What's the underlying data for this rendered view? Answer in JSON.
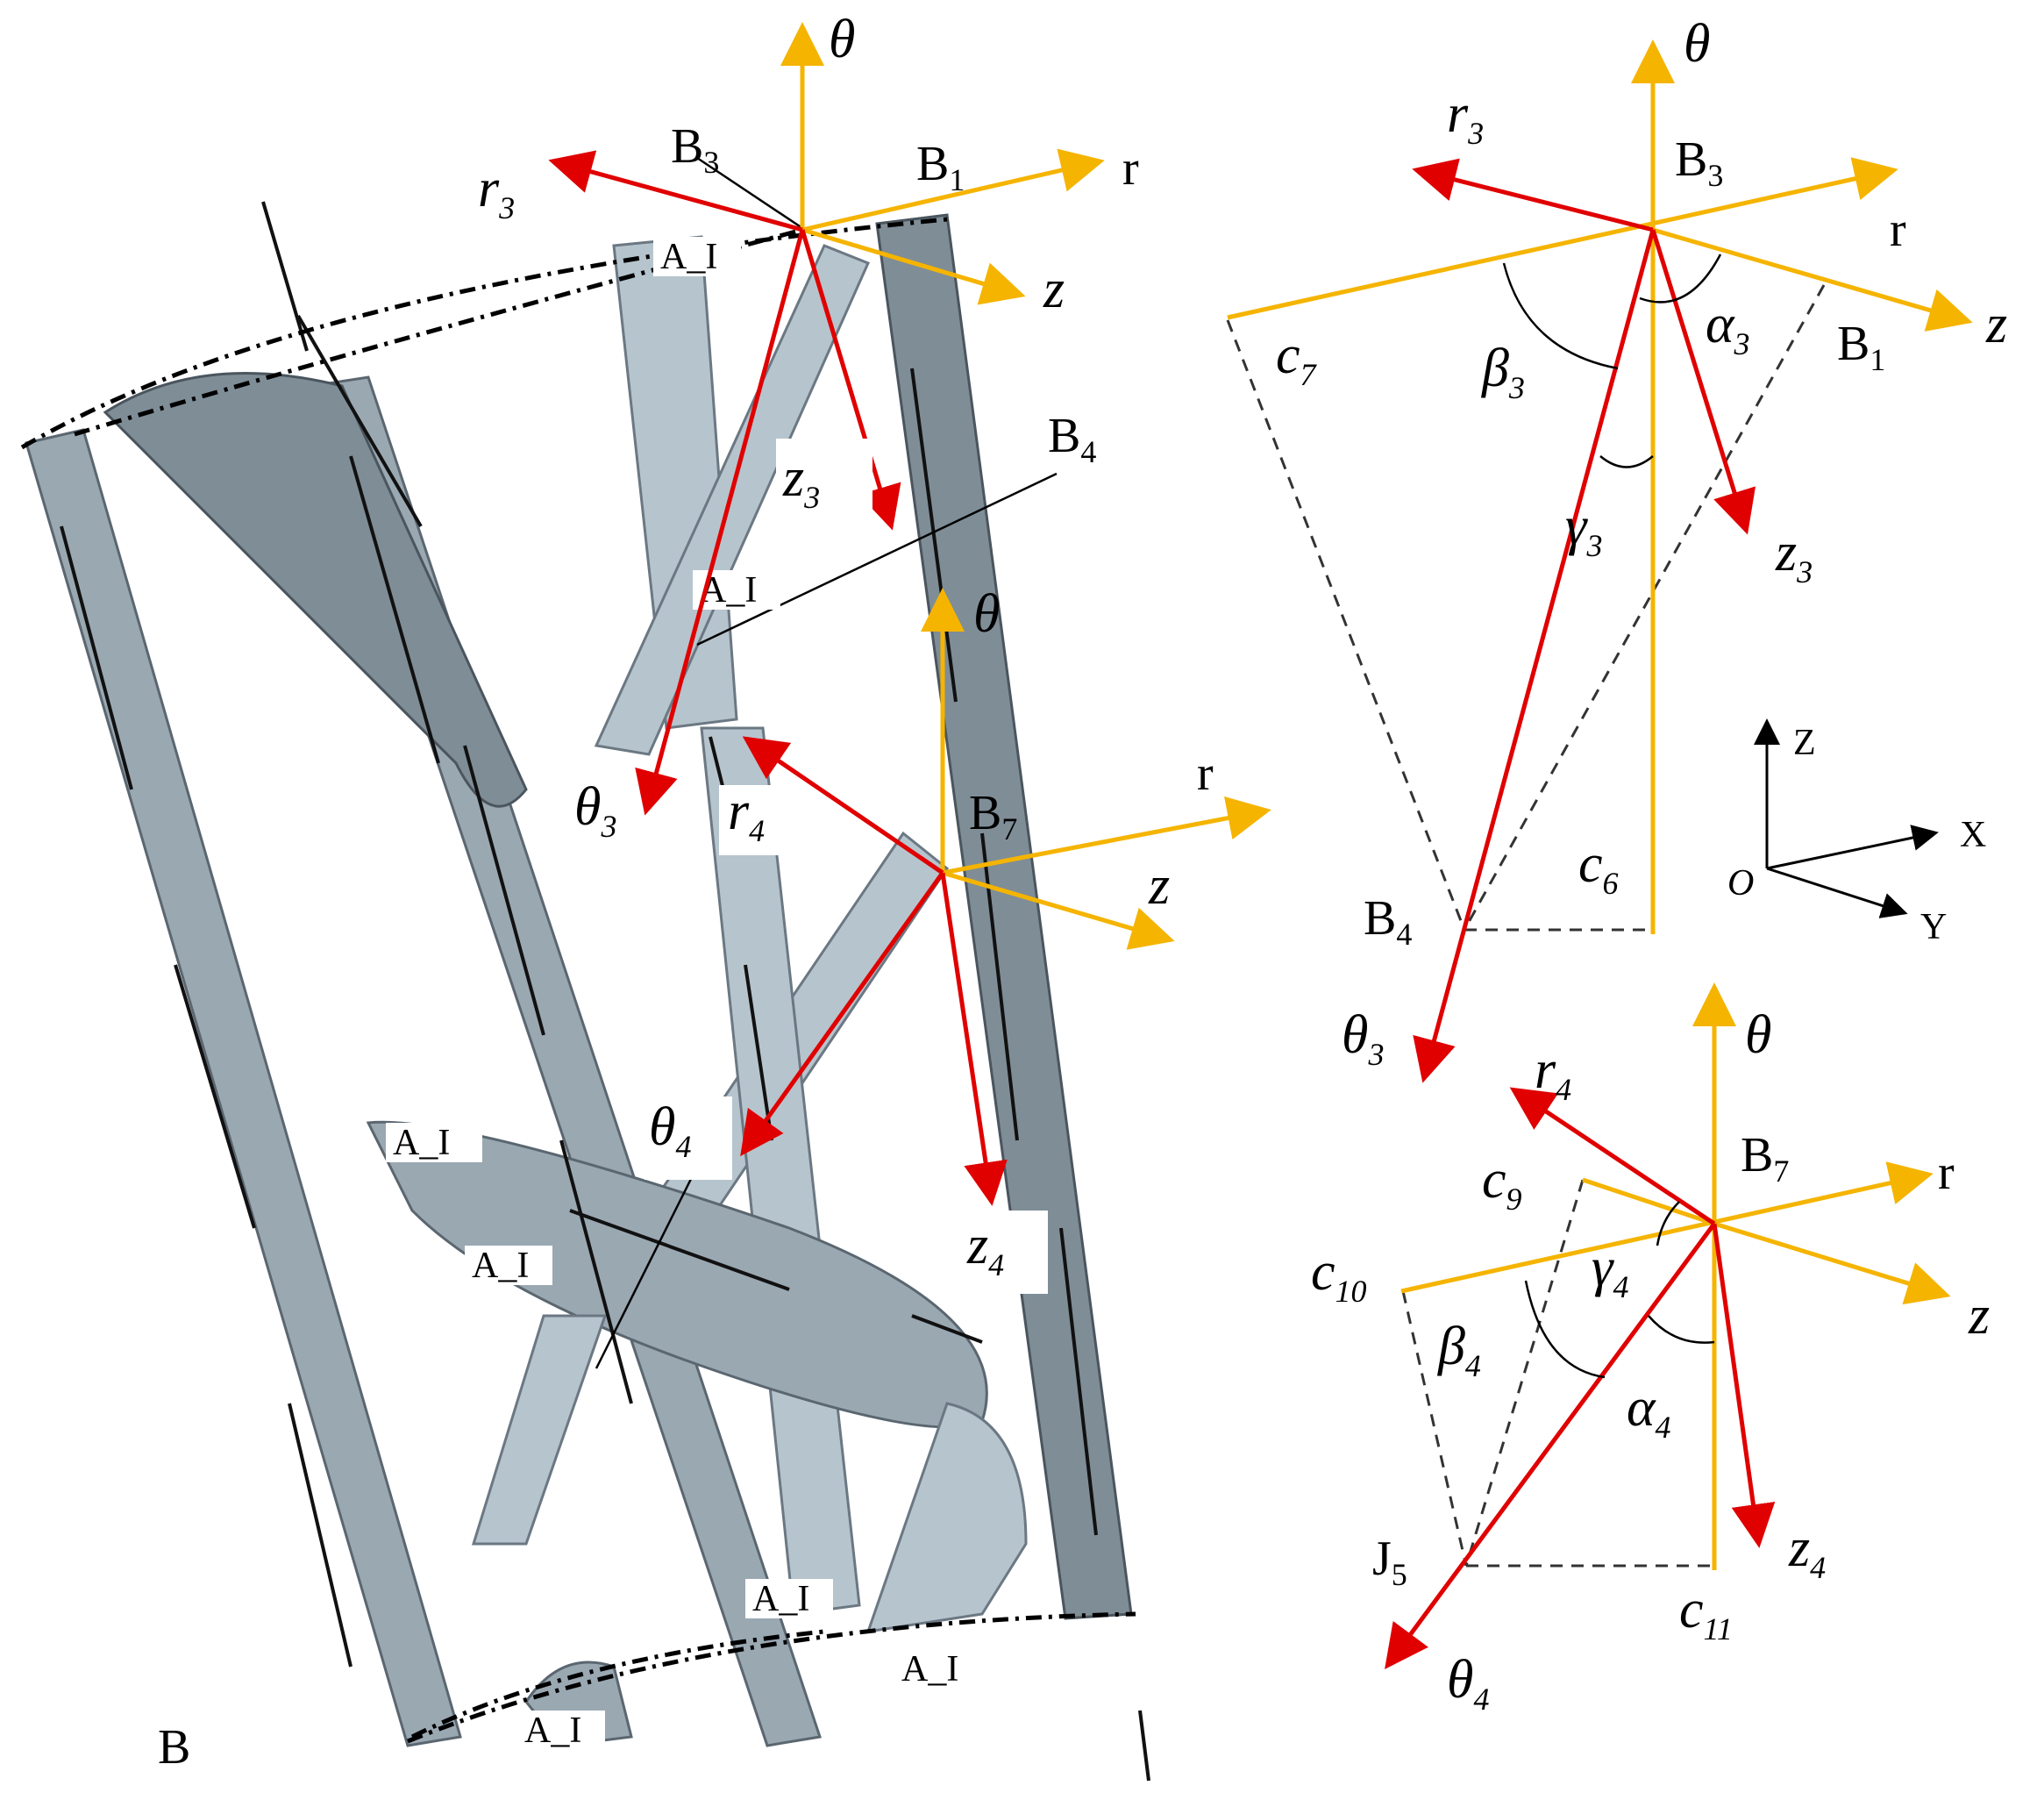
{
  "figure": {
    "left_panel": {
      "corner_label": "B",
      "node_labels": {
        "b3": "B",
        "b3_sub": "3",
        "b1": "B",
        "b1_sub": "1",
        "b4": "B",
        "b4_sub": "4",
        "b7": "B",
        "b7_sub": "7"
      },
      "frame_top": {
        "theta": "θ",
        "r": "r",
        "z": "z"
      },
      "frame_b3": {
        "r3": "r",
        "r3_sub": "3",
        "z3": "z",
        "z3_sub": "3",
        "theta3": "θ",
        "theta3_sub": "3"
      },
      "frame_b7": {
        "theta": "θ",
        "r": "r",
        "z": "z",
        "r4": "r",
        "r4_sub": "4",
        "z4": "z",
        "z4_sub": "4",
        "theta4": "θ",
        "theta4_sub": "4"
      },
      "tag_text": "A_I"
    },
    "top_right_panel": {
      "theta": "θ",
      "r": "r",
      "z": "z",
      "r3": "r",
      "r3_sub": "3",
      "b3": "B",
      "b3_sub": "3",
      "b1": "B",
      "b1_sub": "1",
      "b4": "B",
      "b4_sub": "4",
      "c7": "c",
      "c7_sub": "7",
      "c6": "c",
      "c6_sub": "6",
      "alpha3": "α",
      "alpha3_sub": "3",
      "beta3": "β",
      "beta3_sub": "3",
      "gamma3": "γ",
      "gamma3_sub": "3",
      "z3": "z",
      "z3_sub": "3",
      "theta3": "θ",
      "theta3_sub": "3"
    },
    "axes_triad": {
      "z": "Z",
      "x": "X",
      "y": "Y",
      "o": "O"
    },
    "bottom_right_panel": {
      "theta": "θ",
      "r": "r",
      "z": "z",
      "r4": "r",
      "r4_sub": "4",
      "b7": "B",
      "b7_sub": "7",
      "c9": "c",
      "c9_sub": "9",
      "c10": "c",
      "c10_sub": "10",
      "c11": "c",
      "c11_sub": "11",
      "j5": "J",
      "j5_sub": "5",
      "gamma4": "γ",
      "gamma4_sub": "4",
      "beta4": "β",
      "beta4_sub": "4",
      "alpha4": "α",
      "alpha4_sub": "4",
      "z4": "z",
      "z4_sub": "4",
      "theta4": "θ",
      "theta4_sub": "4"
    },
    "colors": {
      "global_axes": "#f5b400",
      "local_axes": "#e00000",
      "strut": "#9aa8b2"
    }
  }
}
